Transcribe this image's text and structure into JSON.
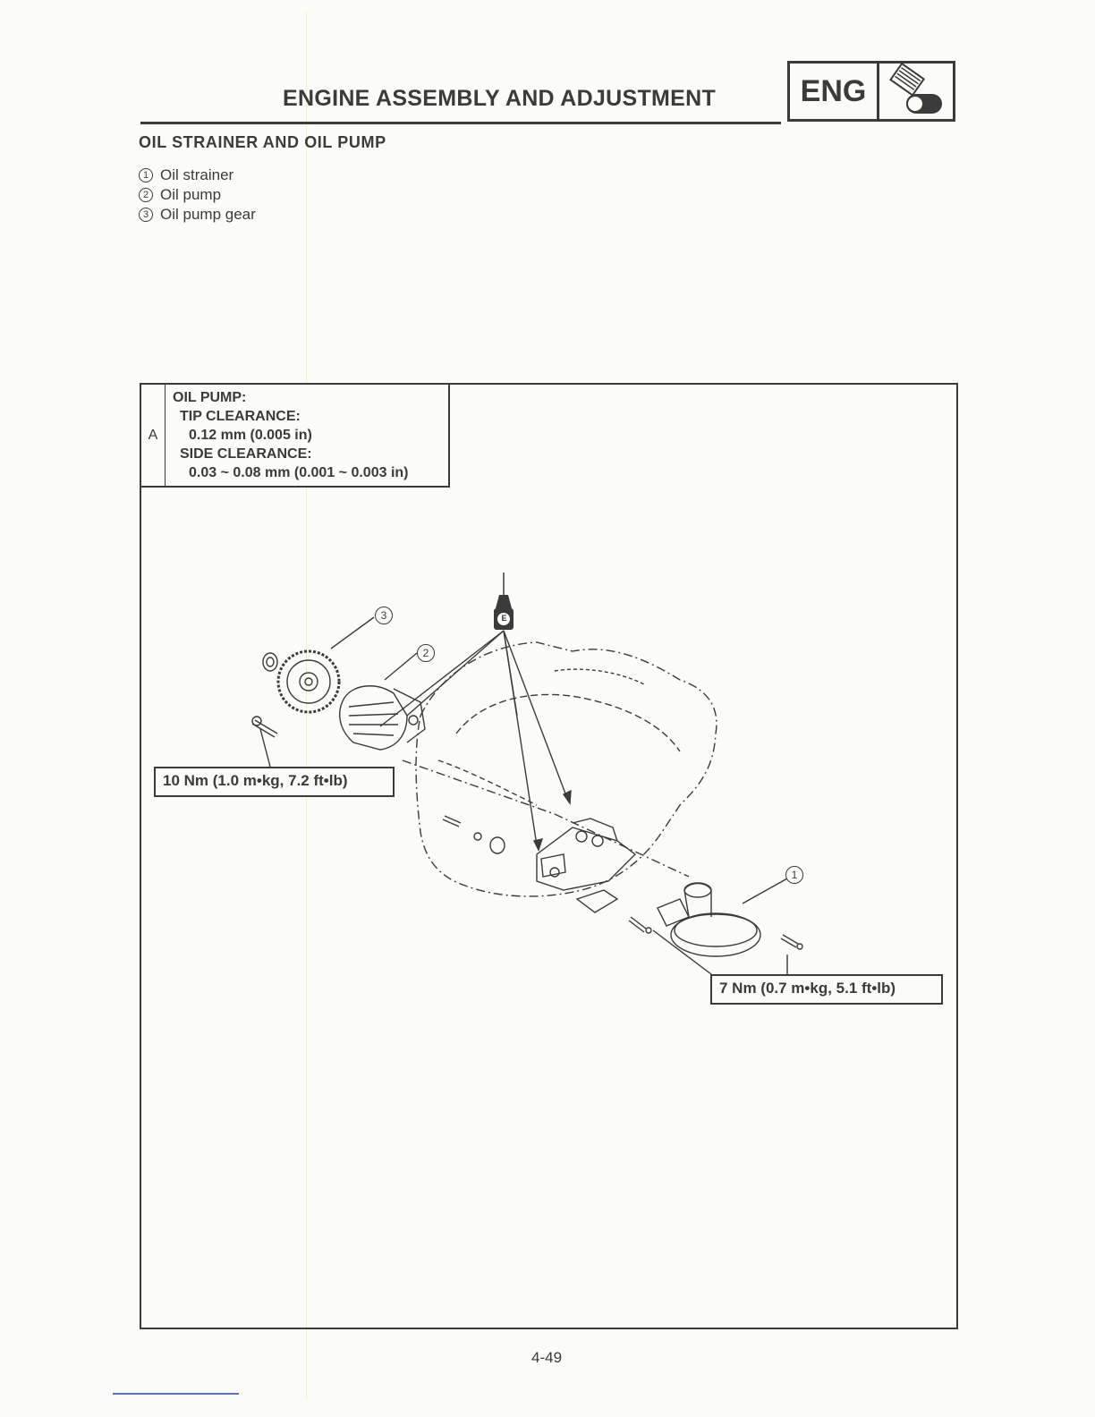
{
  "header": {
    "title": "ENGINE ASSEMBLY AND ADJUSTMENT",
    "badge_text": "ENG",
    "badge_icon": "engine-piston-icon"
  },
  "section": {
    "title": "OIL STRAINER AND OIL PUMP"
  },
  "legend": [
    {
      "num": "1",
      "label": "Oil strainer"
    },
    {
      "num": "2",
      "label": "Oil pump"
    },
    {
      "num": "3",
      "label": "Oil pump gear"
    }
  ],
  "spec_box": {
    "letter": "A",
    "line1": "OIL PUMP:",
    "line2": "TIP CLEARANCE:",
    "line3": "0.12 mm (0.005 in)",
    "line4": "SIDE CLEARANCE:",
    "line5": "0.03 ~ 0.08 mm (0.001 ~ 0.003 in)"
  },
  "torque": {
    "pump_bolt": "10 Nm (1.0 m•kg, 7.2 ft•lb)",
    "strainer_bolt": "7 Nm (0.7 m•kg, 5.1 ft•lb)"
  },
  "callouts": {
    "c1": "1",
    "c2": "2",
    "c3": "3",
    "oil_symbol": "E"
  },
  "footer": {
    "page_number": "4-49"
  }
}
